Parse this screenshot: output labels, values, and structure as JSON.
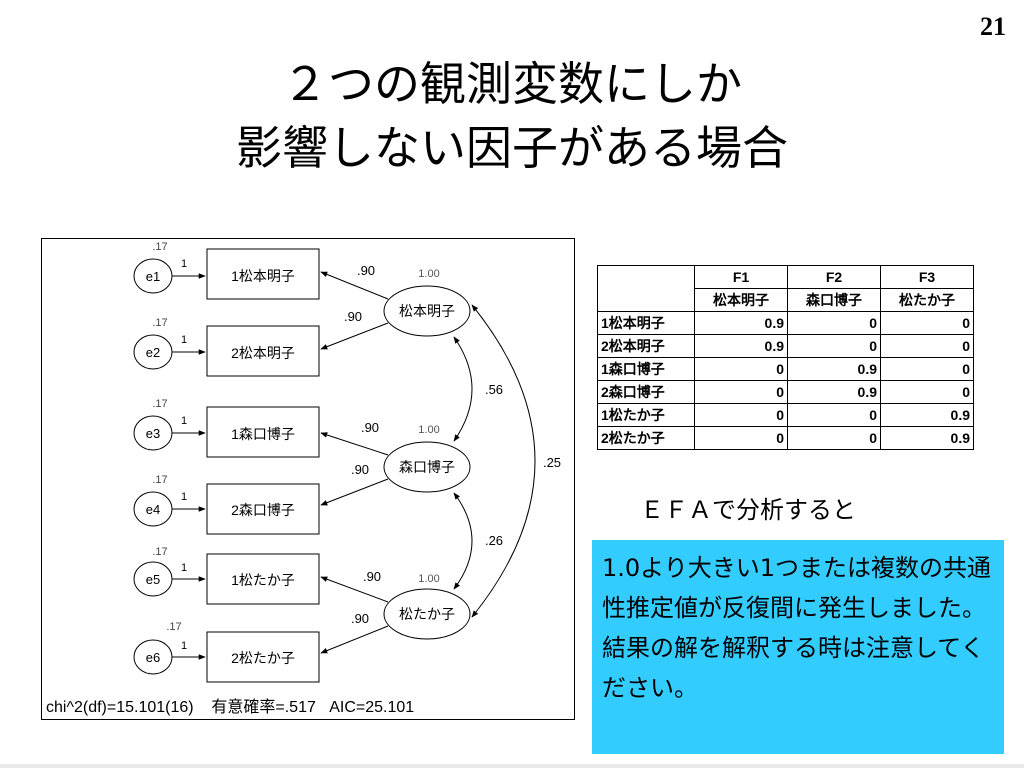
{
  "slide": {
    "page_number": "21",
    "title_line1": "２つの観測変数にしか",
    "title_line2": "影響しない因子がある場合"
  },
  "diagram": {
    "errors": [
      {
        "name": "e1",
        "variance": ".17",
        "path": "1"
      },
      {
        "name": "e2",
        "variance": ".17",
        "path": "1"
      },
      {
        "name": "e3",
        "variance": ".17",
        "path": "1"
      },
      {
        "name": "e4",
        "variance": ".17",
        "path": "1"
      },
      {
        "name": "e5",
        "variance": ".17",
        "path": "1"
      },
      {
        "name": "e6",
        "variance": ".17",
        "path": "1"
      }
    ],
    "observed": [
      "1松本明子",
      "2松本明子",
      "1森口博子",
      "2森口博子",
      "1松たか子",
      "2松たか子"
    ],
    "factors": [
      {
        "name": "松本明子",
        "variance": "1.00",
        "loading1": ".90",
        "loading2": ".90"
      },
      {
        "name": "森口博子",
        "variance": "1.00",
        "loading1": ".90",
        "loading2": ".90"
      },
      {
        "name": "松たか子",
        "variance": "1.00",
        "loading1": ".90",
        "loading2": ".90"
      }
    ],
    "correlations": {
      "f1_f2": ".56",
      "f2_f3": ".26",
      "f1_f3": ".25"
    },
    "fit_stats": "chi^2(df)=15.101(16)    有意確率=.517   AIC=25.101"
  },
  "efa_table": {
    "columns": [
      {
        "id": "F1",
        "label": "松本明子"
      },
      {
        "id": "F2",
        "label": "森口博子"
      },
      {
        "id": "F3",
        "label": "松たか子"
      }
    ],
    "rows": [
      {
        "label": "1松本明子",
        "values": [
          "0.9",
          "0",
          "0"
        ]
      },
      {
        "label": "2松本明子",
        "values": [
          "0.9",
          "0",
          "0"
        ]
      },
      {
        "label": "1森口博子",
        "values": [
          "0",
          "0.9",
          "0"
        ]
      },
      {
        "label": "2森口博子",
        "values": [
          "0",
          "0.9",
          "0"
        ]
      },
      {
        "label": "1松たか子",
        "values": [
          "0",
          "0",
          "0.9"
        ]
      },
      {
        "label": "2松たか子",
        "values": [
          "0",
          "0",
          "0.9"
        ]
      }
    ]
  },
  "caption": "ＥＦＡで分析すると",
  "note": {
    "text": "1.0より大きい1つまたは複数の共通性推定値が反復間に発生しました。結果の解を解釈する時は注意してください。",
    "bg_color": "#33ccff"
  }
}
